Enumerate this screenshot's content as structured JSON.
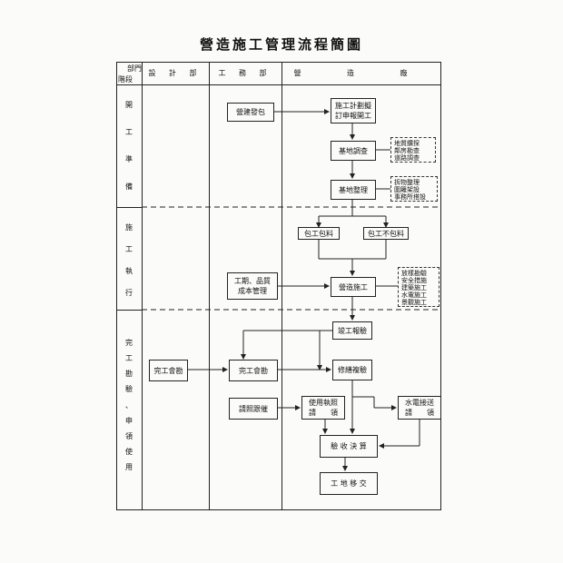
{
  "title": "營造施工管理流程簡圖",
  "header": {
    "corner_dept": "部門",
    "corner_stage": "階段",
    "columns": [
      "設 計 部",
      "工 務 部",
      "營 造 廠"
    ]
  },
  "stages": [
    {
      "chars": [
        "開",
        "工",
        "準",
        "備"
      ]
    },
    {
      "chars": [
        "施",
        "工",
        "執",
        "行"
      ]
    },
    {
      "chars": [
        "完",
        "工",
        "勘",
        "驗",
        "、",
        "申",
        "領",
        "使",
        "用"
      ]
    }
  ],
  "boxes": {
    "bid": "營建發包",
    "plan": [
      "施工計劃擬",
      "訂申報開工"
    ],
    "survey": "基地調查",
    "clear": "基地整理",
    "contract": "包工包料",
    "nocontract": "包工不包料",
    "cost": [
      "工期、品質",
      "成本管理"
    ],
    "build": "營造施工",
    "report": "竣工報驗",
    "design_done": "完工會勘",
    "eng_done": "完工會勘",
    "repair": "修繕複驗",
    "supervise": "請照跟催",
    "permit": [
      "使用執照",
      "請　　領"
    ],
    "utility": [
      "水電接送",
      "請　　領"
    ],
    "settle": "驗 收 決 算",
    "handover": "工 地 移 交"
  },
  "notes": {
    "survey": [
      "地質鑽探",
      "鄰房勘查",
      "道路調查"
    ],
    "clear": [
      "拆物整理",
      "圍籬架設",
      "事務所搭設"
    ],
    "build": [
      "放樣勘驗",
      "安全措施",
      "建築施工",
      "水電施工",
      "景觀施工"
    ]
  }
}
